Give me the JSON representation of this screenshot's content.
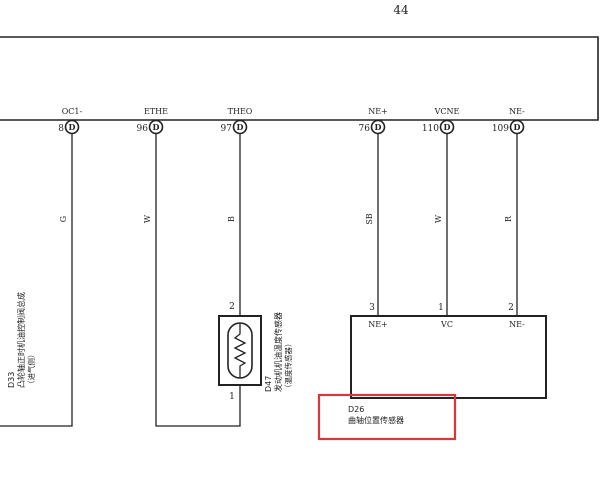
{
  "page_number": "44",
  "ecu_pins": [
    {
      "label": "OC1-",
      "number": "8",
      "pin": "D"
    },
    {
      "label": "ETHE",
      "number": "96",
      "pin": "D"
    },
    {
      "label": "THEO",
      "number": "97",
      "pin": "D"
    },
    {
      "label": "NE+",
      "number": "76",
      "pin": "D"
    },
    {
      "label": "VCNE",
      "number": "110",
      "pin": "D"
    },
    {
      "label": "NE-",
      "number": "109",
      "pin": "D"
    }
  ],
  "wire_colors": [
    "G",
    "W",
    "B",
    "SB",
    "W",
    "R"
  ],
  "d33": {
    "id": "D33",
    "name": "凸轮轴正时机油控制阀总成",
    "sub": "（进气侧）"
  },
  "d47": {
    "id": "D47",
    "name": "发动机机油温度传感器",
    "sub": "（温度传感器）",
    "pin_top": "2",
    "pin_bottom": "1"
  },
  "d26": {
    "id": "D26",
    "name": "曲轴位置传感器",
    "pins": [
      {
        "number": "3",
        "label": "NE+"
      },
      {
        "number": "1",
        "label": "VC"
      },
      {
        "number": "2",
        "label": "NE-"
      }
    ]
  },
  "colors": {
    "line": "#222222",
    "highlight": "#d9373b"
  }
}
